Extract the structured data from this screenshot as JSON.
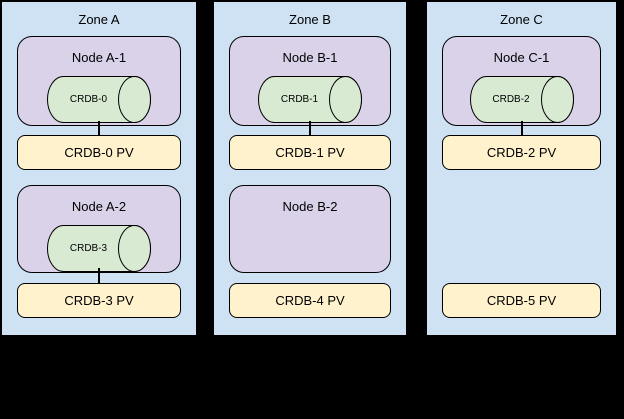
{
  "zones": [
    {
      "label": "Zone A",
      "nodes": [
        {
          "label": "Node A-1",
          "cylinder": "CRDB-0"
        },
        {
          "label": "Node A-2",
          "cylinder": "CRDB-3"
        }
      ],
      "pvs": [
        {
          "label": "CRDB-0 PV"
        },
        {
          "label": "CRDB-3 PV"
        }
      ]
    },
    {
      "label": "Zone B",
      "nodes": [
        {
          "label": "Node B-1",
          "cylinder": "CRDB-1"
        },
        {
          "label": "Node B-2"
        }
      ],
      "pvs": [
        {
          "label": "CRDB-1 PV"
        },
        {
          "label": "CRDB-4 PV"
        }
      ]
    },
    {
      "label": "Zone C",
      "nodes": [
        {
          "label": "Node C-1",
          "cylinder": "CRDB-2"
        }
      ],
      "pvs": [
        {
          "label": "CRDB-2 PV"
        },
        {
          "label": "CRDB-5 PV"
        }
      ]
    }
  ],
  "colors": {
    "background": "#000000",
    "zone_fill": "#cfe2f3",
    "node_fill": "#d9d2e9",
    "cylinder_fill": "#d9ead3",
    "pv_fill": "#fff2cc",
    "stroke": "#000000",
    "text": "#000000"
  }
}
